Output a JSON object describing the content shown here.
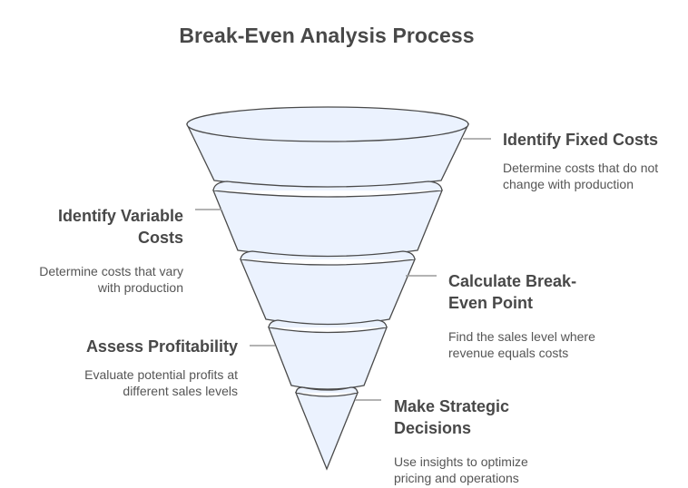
{
  "title": "Break-Even Analysis Process",
  "colors": {
    "fill": "#EBF2FE",
    "stroke": "#4A4A4A",
    "connector": "#9A9A9A",
    "heading": "#484848",
    "body": "#555555"
  },
  "steps": [
    {
      "heading": "Identify Fixed Costs",
      "description": "Determine costs that do not change with production",
      "side": "right"
    },
    {
      "heading": "Identify Variable Costs",
      "description": "Determine costs that vary with production",
      "side": "left"
    },
    {
      "heading": "Calculate Break-Even Point",
      "description": "Find the sales level where revenue equals costs",
      "side": "right"
    },
    {
      "heading": "Assess Profitability",
      "description": "Evaluate potential profits at different sales levels",
      "side": "left"
    },
    {
      "heading": "Make Strategic Decisions",
      "description": "Use insights to optimize pricing and operations",
      "side": "right"
    }
  ]
}
